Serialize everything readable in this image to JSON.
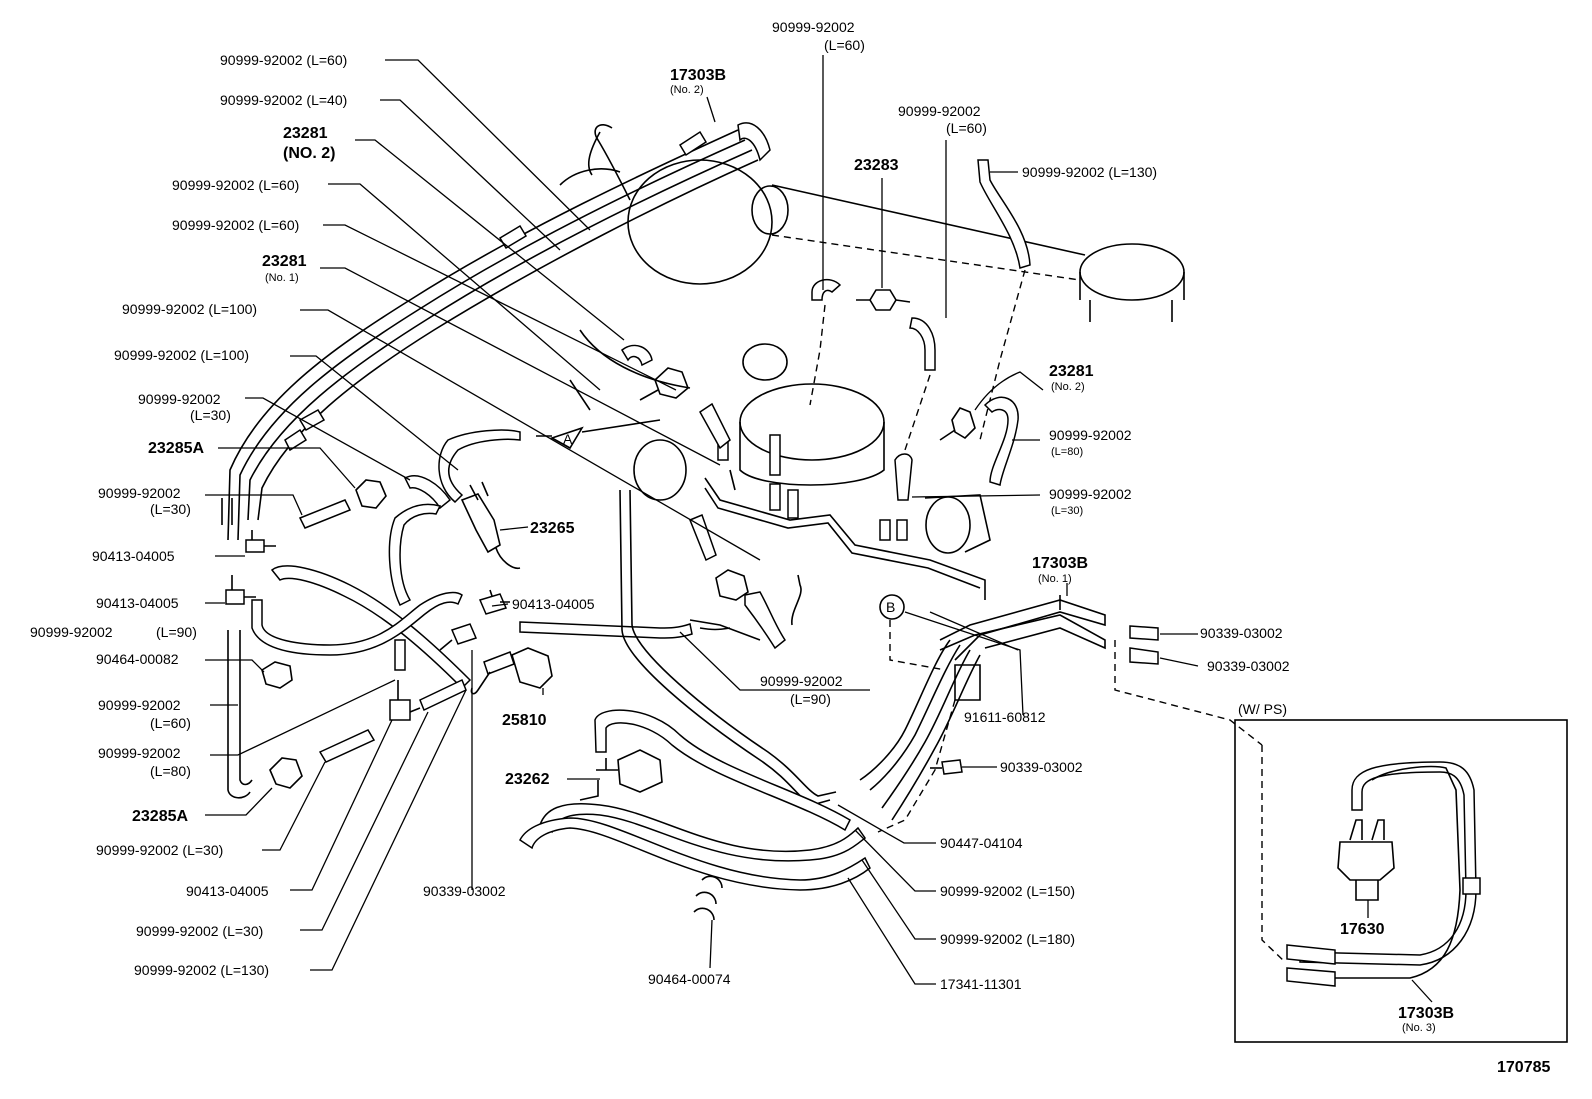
{
  "diagram": {
    "figure_number": "170785",
    "inset_title": "(W/ PS)",
    "reference_marks": {
      "a": "A",
      "b": "B"
    },
    "labels": {
      "l01": "90999-92002 (L=60)",
      "l02": "90999-92002 (L=40)",
      "l03a": "23281",
      "l03b": "(NO. 2)",
      "l04": "90999-92002 (L=60)",
      "l05": "90999-92002 (L=60)",
      "l06a": "23281",
      "l06b": "(No. 1)",
      "l07": "90999-92002 (L=100)",
      "l08": "90999-92002 (L=100)",
      "l09a": "90999-92002",
      "l09b": "(L=30)",
      "l10": "23285A",
      "l11a": "90999-92002",
      "l11b": "(L=30)",
      "l12": "90413-04005",
      "l13": "90413-04005",
      "l14a": "90999-92002",
      "l14b": "(L=90)",
      "l15": "90464-00082",
      "l16a": "90999-92002",
      "l16b": "(L=60)",
      "l17a": "90999-92002",
      "l17b": "(L=80)",
      "l18": "23285A",
      "l19": "90999-92002 (L=30)",
      "l20": "90413-04005",
      "l21": "90999-92002 (L=30)",
      "l22": "90999-92002 (L=130)",
      "l23": "23265",
      "l24": "90413-04005",
      "l25": "25810",
      "l26": "90339-03002",
      "l27a": "17303B",
      "l27b": "(No. 2)",
      "l28a": "90999-92002",
      "l28b": "(L=60)",
      "l29a": "90999-92002",
      "l29b": "(L=60)",
      "l30": "23283",
      "l31": "90999-92002 (L=130)",
      "l32a": "23281",
      "l32b": "(No. 2)",
      "l33a": "90999-92002",
      "l33b": "(L=80)",
      "l34a": "90999-92002",
      "l34b": "(L=30)",
      "l35a": "17303B",
      "l35b": "(No. 1)",
      "l36": "90339-03002",
      "l37": "90339-03002",
      "l38": "91611-60812",
      "l39a": "90999-92002",
      "l39b": "(L=90)",
      "l40": "90339-03002",
      "l41": "90447-04104",
      "l42": "90999-92002 (L=150)",
      "l43": "90999-92002 (L=180)",
      "l44": "17341-11301",
      "l45": "90464-00074",
      "l46": "23262",
      "l47": "17630",
      "l48a": "17303B",
      "l48b": "(No. 3)"
    }
  }
}
